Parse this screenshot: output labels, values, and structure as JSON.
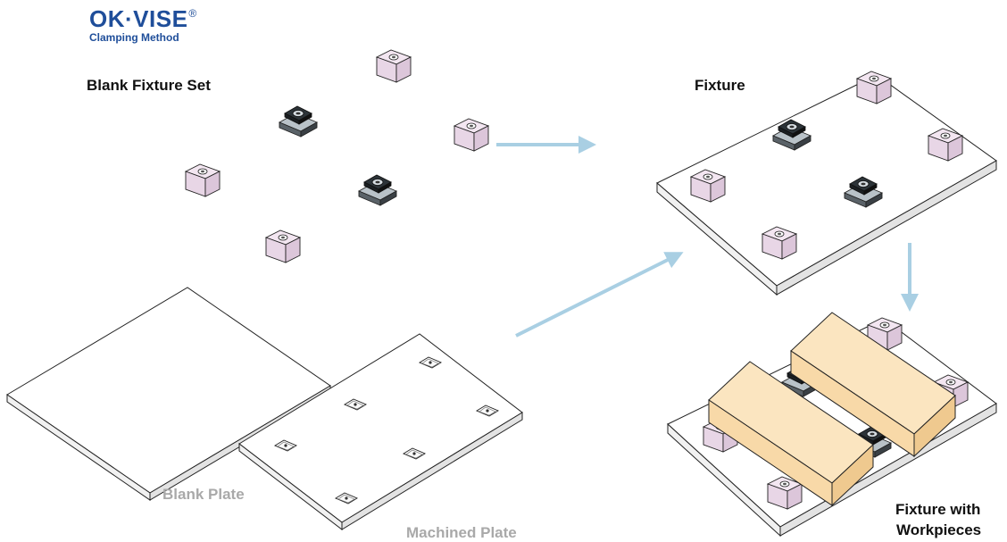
{
  "logo": {
    "brand": "OK·VISE",
    "registered": "®",
    "tagline": "Clamping Method"
  },
  "labels": {
    "blank_fixture_set": "Blank Fixture Set",
    "fixture": "Fixture",
    "blank_plate": "Blank Plate",
    "machined_plate": "Machined Plate",
    "fixture_with_line1": "Fixture with",
    "fixture_with_line2": "Workpieces"
  },
  "colors": {
    "brand": "#1f4e9a",
    "arrow": "#a9cfe3",
    "block": "#e8d6e6",
    "workpiece": "#f8d9a8",
    "label_dark": "#111111",
    "label_grey": "#a9a9a9"
  }
}
